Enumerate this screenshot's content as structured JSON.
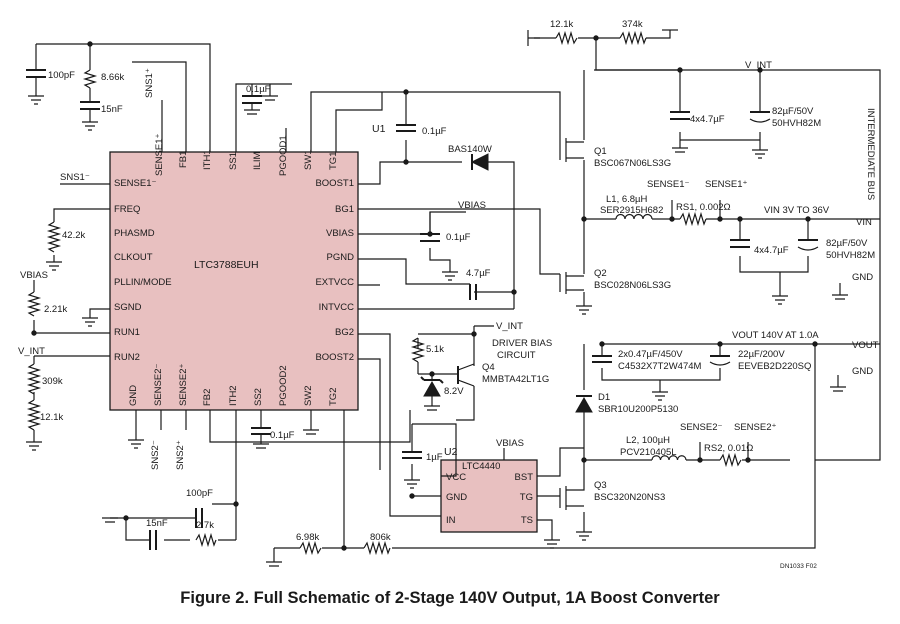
{
  "caption": "Figure 2. Full Schematic of 2-Stage 140V Output, 1A Boost Converter",
  "doc_code": "DN1033 F02",
  "controller": {
    "ref": "U1",
    "part": "LTC3788EUH",
    "left_pins": [
      "SENSE1⁻",
      "FREQ",
      "PHASMD",
      "CLKOUT",
      "PLLIN/MODE",
      "SGND",
      "RUN1",
      "RUN2"
    ],
    "right_pins": [
      "BOOST1",
      "BG1",
      "VBIAS",
      "PGND",
      "EXTVCC",
      "INTVCC",
      "BG2",
      "BOOST2"
    ],
    "top_pins": [
      "SENSE1⁺",
      "FB1",
      "ITH1",
      "SS1",
      "ILIM",
      "PGOOD1",
      "SW1",
      "TG1"
    ],
    "bottom_pins": [
      "GND",
      "SENSE2⁻",
      "SENSE2⁺",
      "FB2",
      "ITH2",
      "SS2",
      "PGOOD2",
      "SW2",
      "TG2"
    ]
  },
  "driver": {
    "ref": "U2",
    "part": "LTC4440",
    "pins": [
      "VCC",
      "GND",
      "IN",
      "BST",
      "TG",
      "TS"
    ]
  },
  "labels": {
    "sns1p": "SNS1⁺",
    "sns1m": "SNS1⁻",
    "sns2m": "SNS2⁻",
    "sns2p": "SNS2⁺",
    "vbias_left": "VBIAS",
    "vbias_mid": "VBIAS",
    "vbias_u2": "VBIAS",
    "vint_left": "V_INT",
    "vint_top": "V_INT",
    "vint_q4": "V_INT",
    "sense1m": "SENSE1⁻",
    "sense1p": "SENSE1⁺",
    "sense2m": "SENSE2⁻",
    "sense2p": "SENSE2⁺",
    "vin_range": "VIN 3V TO 36V",
    "vin_out": "VIN",
    "gnd1": "GND",
    "gnd2": "GND",
    "vout_rating": "VOUT 140V AT 1.0A",
    "vout": "VOUT",
    "intermediate_bus": "INTERMEDIATE BUS",
    "driver_bias_1": "DRIVER BIAS",
    "driver_bias_2": "CIRCUIT"
  },
  "components": {
    "c100pf_top": "100pF",
    "r866k": "8.66k",
    "c15nf_top": "15nF",
    "c01_ss1": "0.1µF",
    "c01_boost": "0.1µF",
    "c01_vbias": "0.1µF",
    "c47_intvcc": "4.7µF",
    "c01_ss2": "0.1µF",
    "r422k": "42.2k",
    "r221k": "2.21k",
    "r309k": "309k",
    "r121k_left": "12.1k",
    "r121k_top": "12.1k",
    "r374k": "374k",
    "c4x47_top": "4x4.7µF",
    "c82_top_1": "82µF/50V",
    "c82_top_2": "50HVH82M",
    "q1": "Q1",
    "q1_part": "BSC067N06LS3G",
    "d_bas": "BAS140W",
    "l1_1": "L1, 6.8µH",
    "l1_2": "SER2915H682",
    "rs1": "RS1, 0.002Ω",
    "c4x47_bot": "4x4.7µF",
    "c82_bot_1": "82µF/50V",
    "c82_bot_2": "50HVH82M",
    "q2": "Q2",
    "q2_part": "BSC028N06LS3G",
    "r51k": "5.1k",
    "q4": "Q4",
    "q4_part": "MMBTA42LT1G",
    "z82": "8.2V",
    "c1uf": "1µF",
    "c2x047_1": "2x0.47µF/450V",
    "c2x047_2": "C4532X7T2W474M",
    "c22_1": "22µF/200V",
    "c22_2": "EEVEB2D220SQ",
    "d1": "D1",
    "d1_part": "SBR10U200P5130",
    "l2_1": "L2, 100µH",
    "l2_2": "PCV210405L",
    "rs2": "RS2, 0.01Ω",
    "q3": "Q3",
    "q3_part": "BSC320N20NS3",
    "c100pf_bot": "100pF",
    "c15nf_bot": "15nF",
    "r27k": "2.7k",
    "r698k": "6.98k",
    "r806k": "806k"
  }
}
